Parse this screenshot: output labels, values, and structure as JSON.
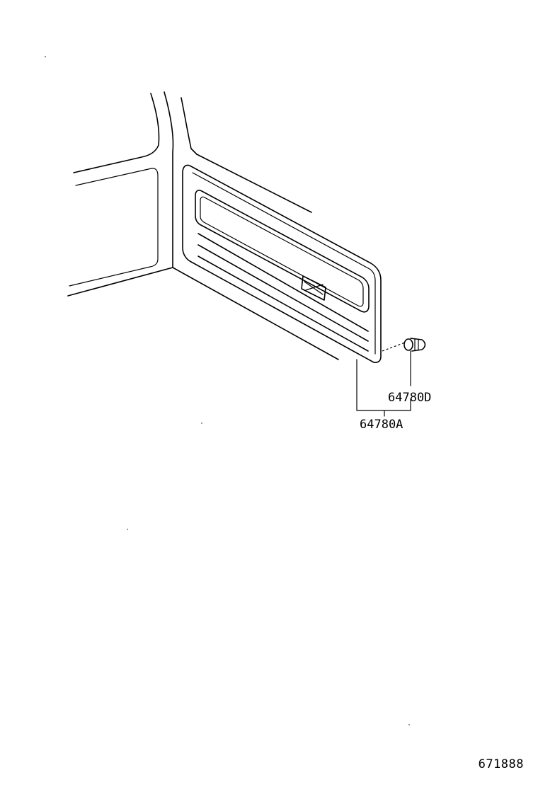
{
  "parts": {
    "callout_clip": "64780D",
    "callout_panel": "64780A"
  },
  "diagram_id": "671888",
  "colors": {
    "line": "#000000",
    "background": "#ffffff"
  }
}
